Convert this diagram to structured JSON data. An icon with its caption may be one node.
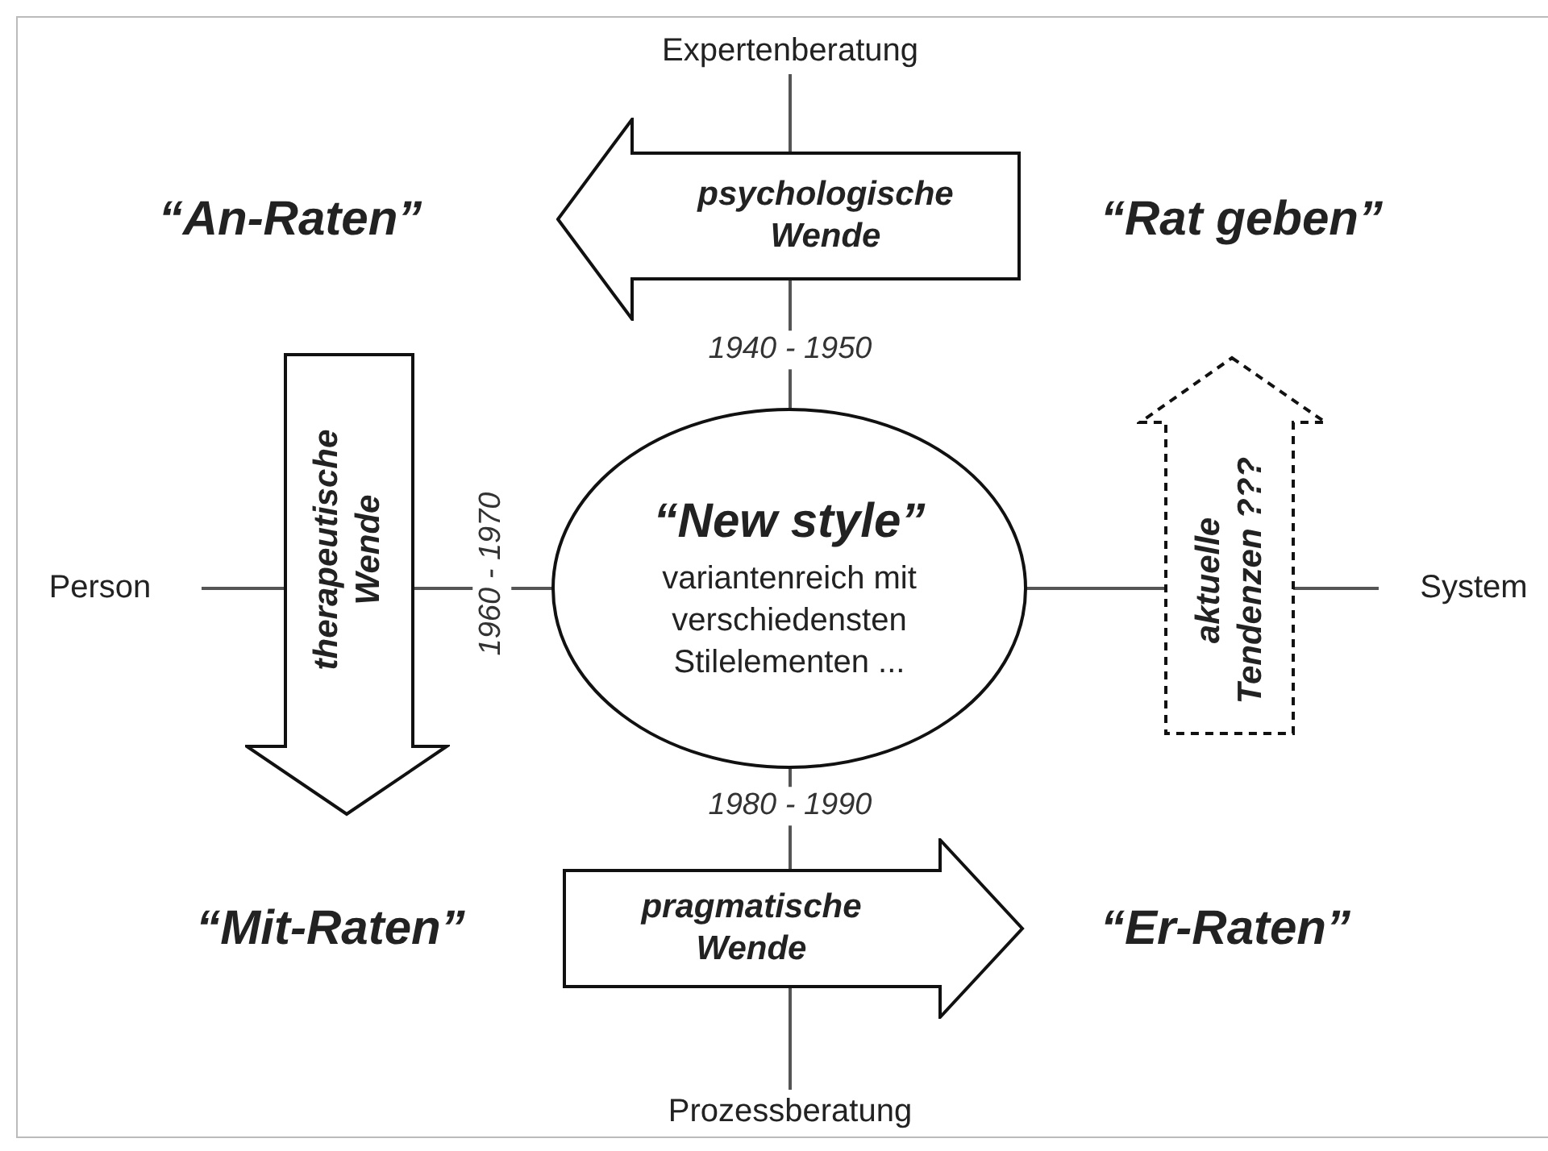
{
  "diagram": {
    "nodes": [
      {
        "text": [
          "psychologische Wende"
        ]
      },
      {
        "text": [
          "therapeutische Wende"
        ]
      },
      {
        "text": [
          "“New style”",
          "variantenreich mit verschiedensten Stilelementen ..."
        ]
      },
      {
        "text": [
          "aktuelle Tendenzen ???"
        ]
      },
      {
        "text": [
          "pragmatische Wende"
        ]
      }
    ],
    "labels": [
      "Expertenberatung",
      "“An-Raten”",
      "“Rat geben”",
      "1940 - 1950",
      "Person",
      "1960 - 1970",
      "System",
      "1980 - 1990",
      "“Mit-Raten”",
      "“Er-Raten”",
      "Prozessberatung"
    ]
  }
}
